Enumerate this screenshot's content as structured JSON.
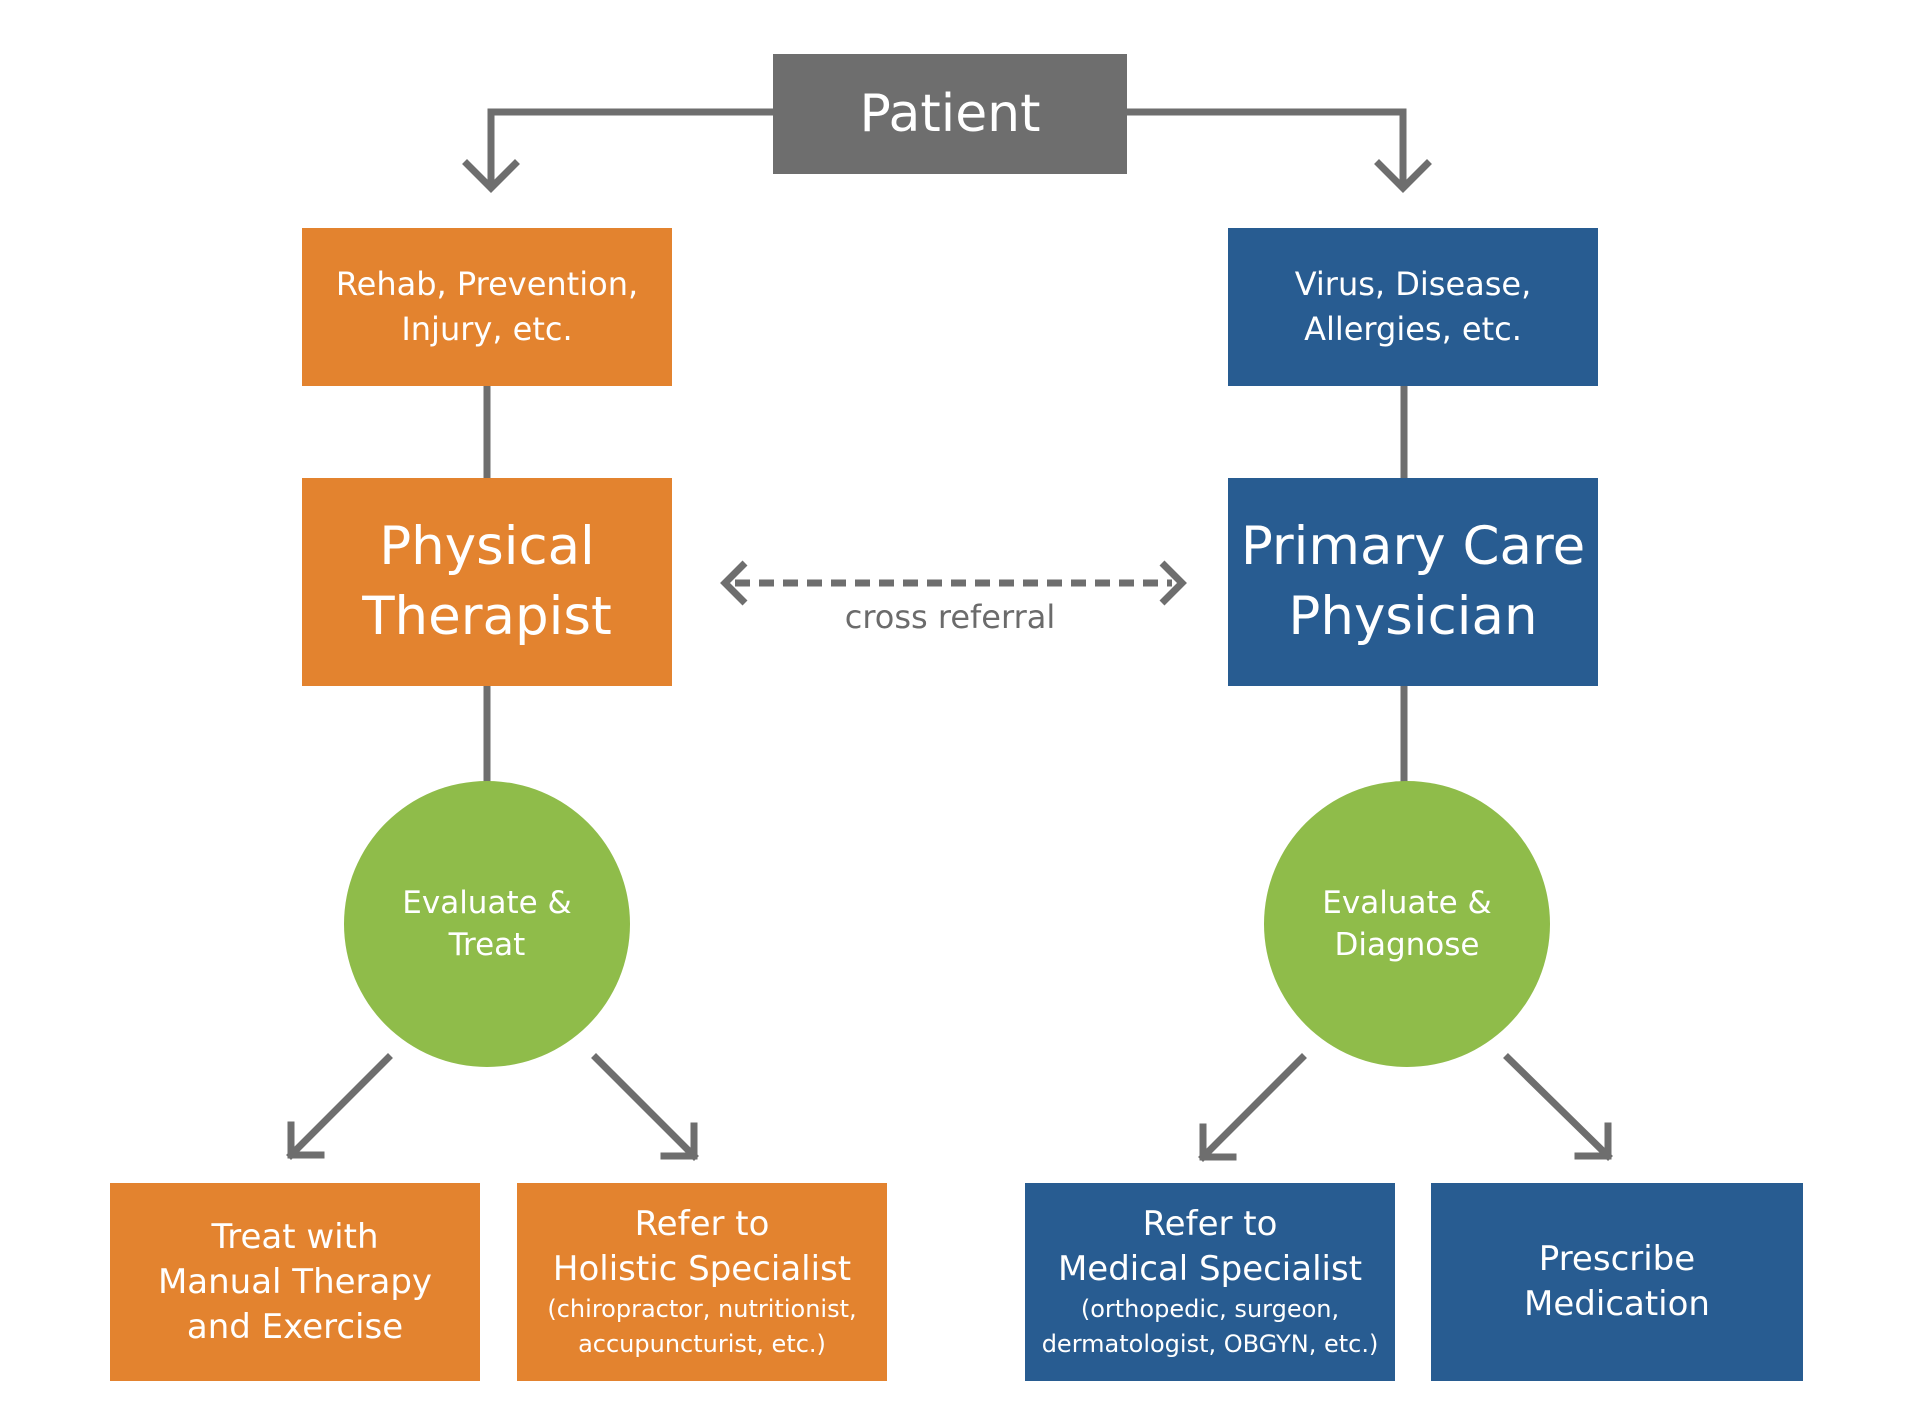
{
  "nodes": {
    "patient": {
      "label": "Patient"
    },
    "pt_category": {
      "line1": "Rehab, Prevention,",
      "line2": "Injury, etc."
    },
    "pcp_category": {
      "line1": "Virus, Disease,",
      "line2": "Allergies, etc."
    },
    "physical_therapist": {
      "line1": "Physical",
      "line2": "Therapist"
    },
    "primary_care": {
      "line1": "Primary Care",
      "line2": "Physician"
    },
    "pt_eval": {
      "line1": "Evaluate &",
      "line2": "Treat"
    },
    "pcp_eval": {
      "line1": "Evaluate &",
      "line2": "Diagnose"
    },
    "treat_manual": {
      "line1": "Treat with",
      "line2": "Manual Therapy",
      "line3": "and Exercise"
    },
    "refer_holistic": {
      "line1": "Refer to",
      "line2": "Holistic Specialist",
      "line3": "(chiropractor, nutritionist,",
      "line4": "accupuncturist, etc.)"
    },
    "refer_medical": {
      "line1": "Refer to",
      "line2": "Medical Specialist",
      "line3": "(orthopedic, surgeon,",
      "line4": "dermatologist, OBGYN, etc.)"
    },
    "prescribe": {
      "line1": "Prescribe",
      "line2": "Medication"
    }
  },
  "edges": {
    "cross_referral": "cross referral"
  },
  "colors": {
    "orange": "#e3832f",
    "blue": "#285c91",
    "gray": "#6e6e6e",
    "green": "#8fbc4a",
    "connector": "#6e6e6e"
  }
}
